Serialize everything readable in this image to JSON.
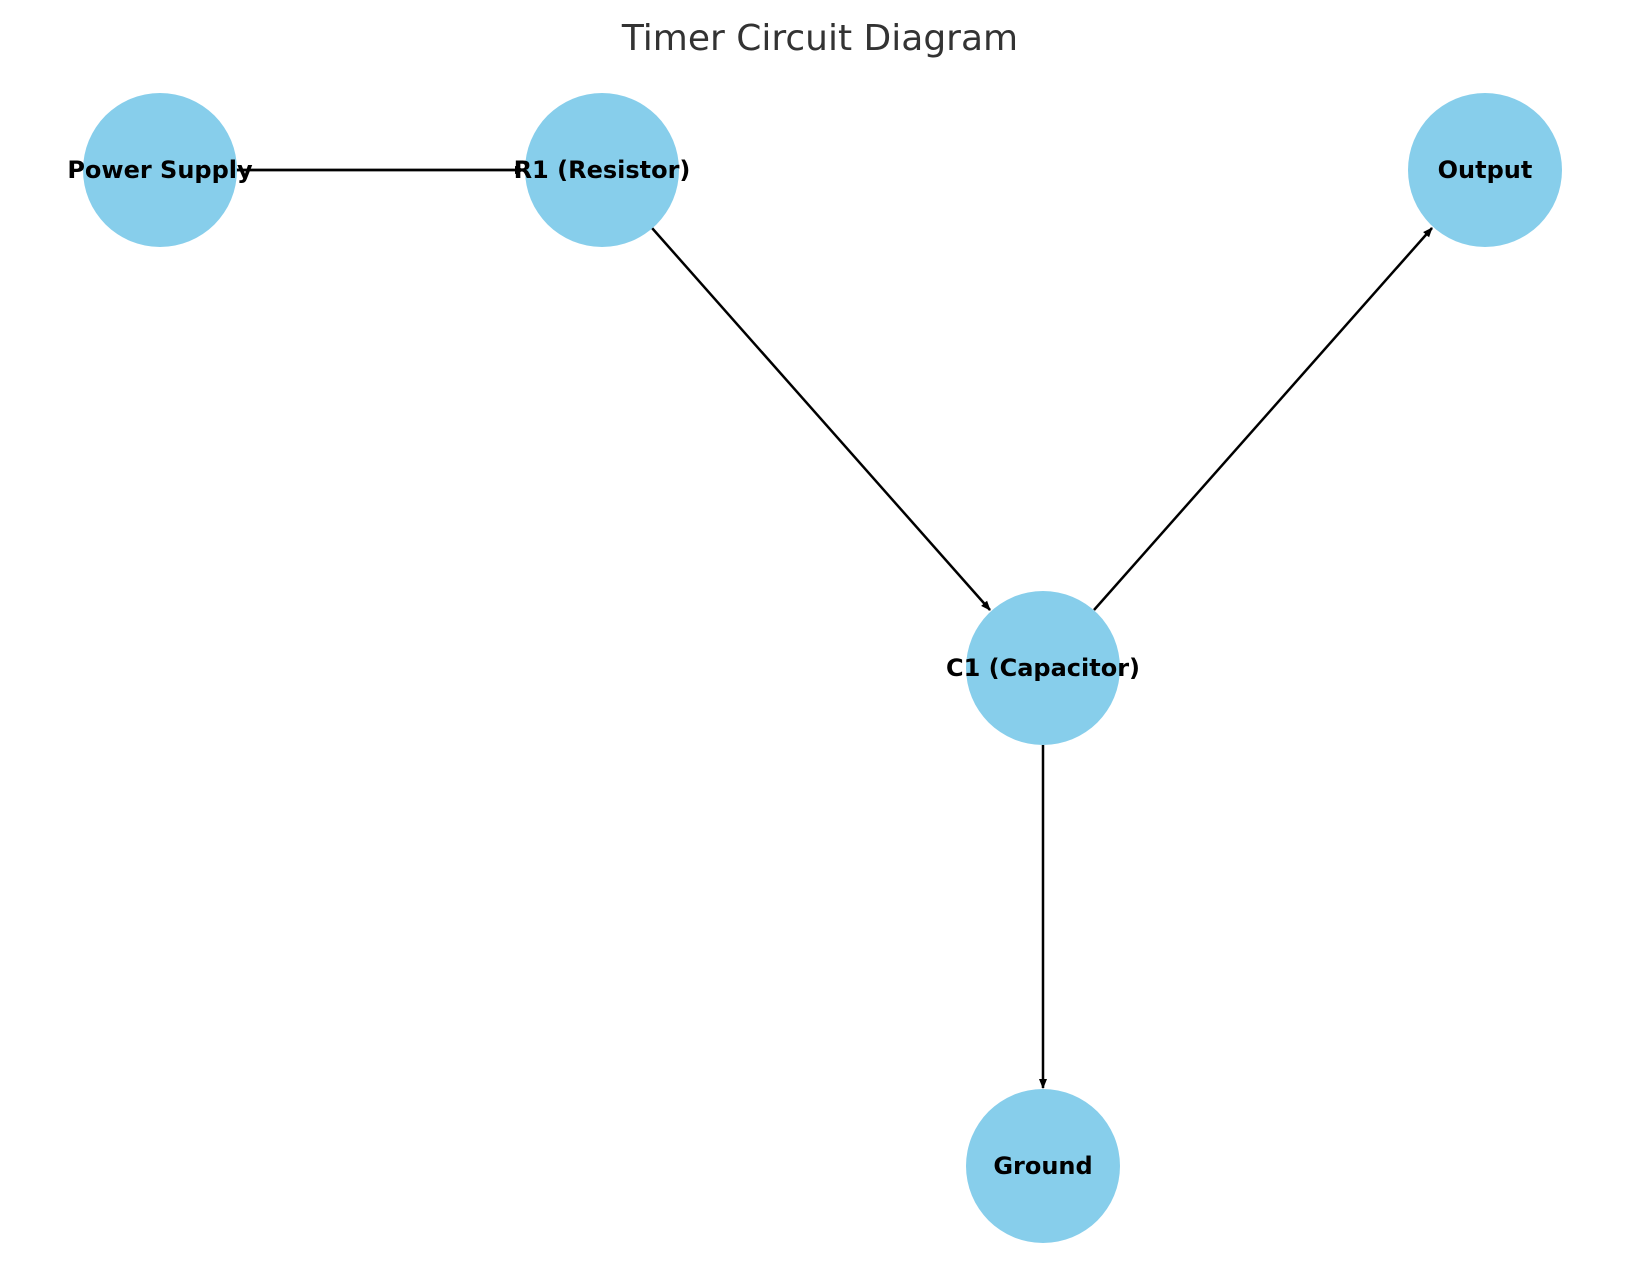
{
  "title": "Timer Circuit Diagram",
  "colors": {
    "node_fill": "#87ceeb",
    "edge": "#000000",
    "label": "#000000",
    "title": "#333333",
    "background": "#ffffff"
  },
  "nodes": [
    {
      "id": "power-supply",
      "label": "Power Supply"
    },
    {
      "id": "r1",
      "label": "R1 (Resistor)"
    },
    {
      "id": "output",
      "label": "Output"
    },
    {
      "id": "c1",
      "label": "C1 (Capacitor)"
    },
    {
      "id": "ground",
      "label": "Ground"
    }
  ],
  "edges": [
    {
      "from": "power-supply",
      "to": "r1"
    },
    {
      "from": "r1",
      "to": "c1"
    },
    {
      "from": "c1",
      "to": "output"
    },
    {
      "from": "c1",
      "to": "ground"
    }
  ]
}
